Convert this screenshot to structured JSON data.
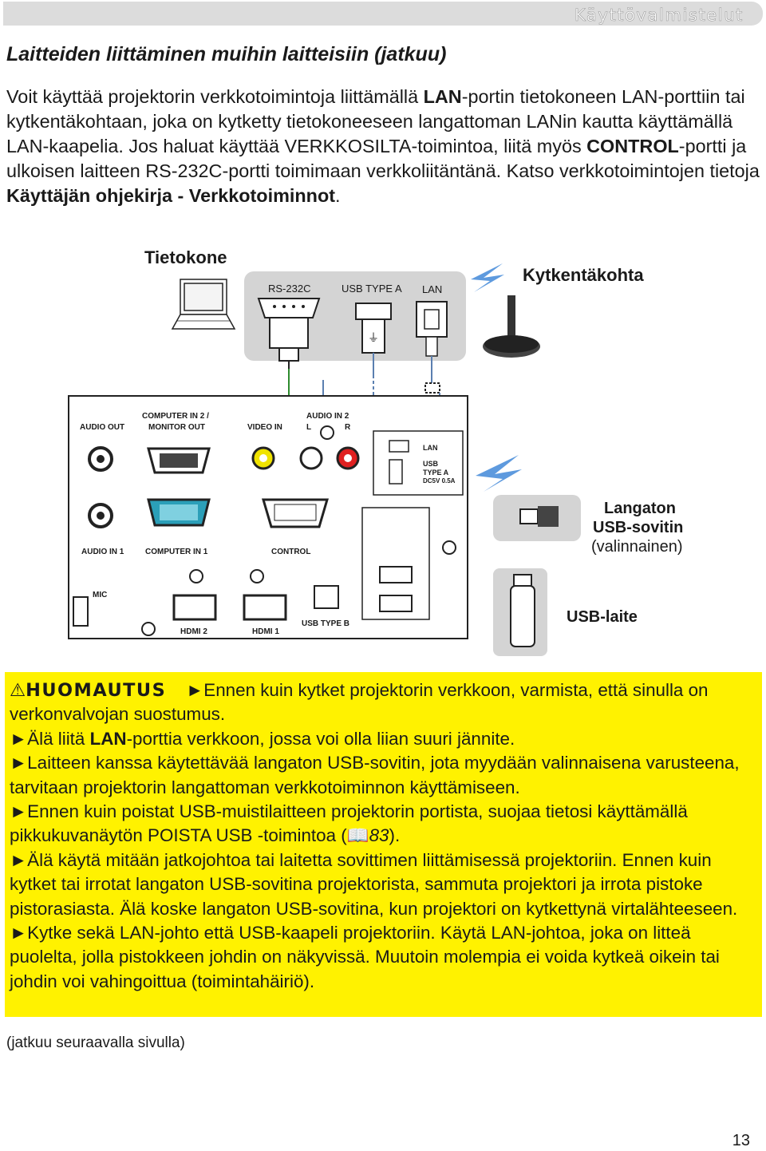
{
  "header": {
    "section": "Käyttövalmistelut"
  },
  "title": "Laitteiden liittäminen muihin laitteisiin (jatkuu)",
  "intro": {
    "t1": "Voit käyttää projektorin verkkotoimintoja liittämällä ",
    "b1": "LAN",
    "t2": "-portin tietokoneen LAN-porttiin tai kytkentäkohtaan, joka on kytketty tietokoneeseen langattoman LANin kautta käyttämällä LAN-kaapelia. Jos haluat käyttää VERKKOSILTA-toimintoa, liitä myös ",
    "b2": "CONTROL",
    "t3": "-portti ja ulkoisen laitteen RS-232C-portti toimimaan verkkoliitäntänä. Katso verkkotoimintojen tietoja ",
    "b3": "Käyttäjän ohjekirja - Verkkotoiminnot",
    "t4": "."
  },
  "diagram": {
    "computer_label": "Tietokone",
    "access_point_label": "Kytkentäkohta",
    "pc_ports": [
      "RS-232C",
      "USB TYPE A",
      "LAN"
    ],
    "adapter_label_1": "Langaton",
    "adapter_label_2": "USB-sovitin",
    "adapter_label_3": "(valinnainen)",
    "usb_device_label": "USB-laite",
    "panel": {
      "audio_out": "AUDIO OUT",
      "computer_in2_1": "COMPUTER IN 2 /",
      "computer_in2_2": "MONITOR OUT",
      "video_in": "VIDEO IN",
      "audio_in2": "AUDIO IN 2",
      "l": "L",
      "r": "R",
      "lan": "LAN",
      "usb_type_a_1": "USB",
      "usb_type_a_2": "TYPE A",
      "usb_type_a_3": "DC5V 0.5A",
      "audio_in1": "AUDIO IN 1",
      "computer_in1": "COMPUTER IN 1",
      "control": "CONTROL",
      "mic": "MIC",
      "hdmi2": "HDMI 2",
      "hdmi1": "HDMI 1",
      "usb_type_b": "USB TYPE B"
    }
  },
  "caution": {
    "heading": "HUOMAUTUS",
    "p1_a": "►Ennen kuin kytket projektorin verkkoon, varmista, että sinulla on verkonvalvojan suostumus.",
    "p2_a": "►Älä liitä ",
    "p2_b": "LAN",
    "p2_c": "-porttia verkkoon, jossa voi olla liian suuri jännite.",
    "p3": "►Laitteen kanssa käytettävää langaton USB-sovitin, jota myydään valinnaisena varusteena, tarvitaan projektorin langattoman verkkotoiminnon käyttämiseen.",
    "p4_a": "►Ennen kuin poistat USB-muistilaitteen projektorin portista, suojaa tietosi käyttämällä pikkukuvanäytön POISTA USB -toimintoa (",
    "p4_ref": "83",
    "p4_c": ").",
    "p5": "►Älä käytä mitään jatkojohtoa tai laitetta sovittimen liittämisessä projektoriin. Ennen kuin kytket tai irrotat langaton USB-sovitina projektorista, sammuta projektori ja irrota pistoke pistorasiasta. Älä koske langaton USB-sovitina, kun projektori on kytkettynä virtalähteeseen.",
    "p6": "►Kytke sekä LAN-johto että USB-kaapeli projektoriin. Käytä LAN-johtoa, joka on litteä puolelta, jolla pistokkeen johdin on näkyvissä. Muutoin molempia ei voida kytkeä oikein tai johdin voi vahingoittua (toimintahäiriö)."
  },
  "footer": {
    "continued": "(jatkuu seuraavalla sivulla)",
    "page": "13"
  }
}
